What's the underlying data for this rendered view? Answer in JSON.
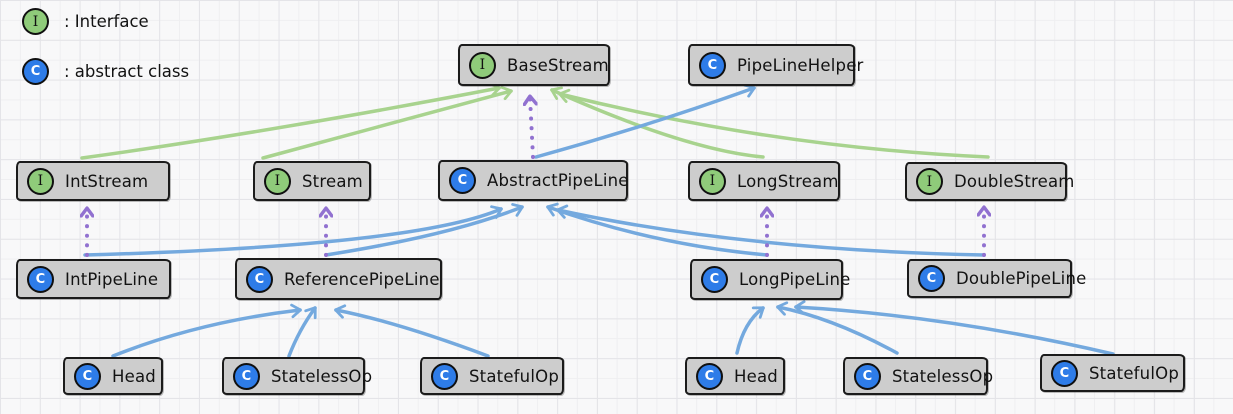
{
  "legend": {
    "interface": {
      "icon_letter": "I",
      "label": ": Interface"
    },
    "abstract_class": {
      "icon_letter": "C",
      "label": ": abstract class"
    }
  },
  "colors": {
    "interface_icon": "#8fcb7a",
    "class_icon": "#2e7ce8",
    "box_fill": "#cdcdcd",
    "extends_interface_arrow": "#a8d38e",
    "extends_class_arrow": "#74a9de",
    "implements_arrow": "#9171d0"
  },
  "nodes": {
    "base_stream": {
      "type_letter": "I",
      "label": "BaseStream"
    },
    "pipeline_helper": {
      "type_letter": "C",
      "label": "PipeLineHelper"
    },
    "int_stream": {
      "type_letter": "I",
      "label": "IntStream"
    },
    "stream": {
      "type_letter": "I",
      "label": "Stream"
    },
    "abstract_pipeline": {
      "type_letter": "C",
      "label": "AbstractPipeLine"
    },
    "long_stream": {
      "type_letter": "I",
      "label": "LongStream"
    },
    "double_stream": {
      "type_letter": "I",
      "label": "DoubleStream"
    },
    "int_pipeline": {
      "type_letter": "C",
      "label": "IntPipeLine"
    },
    "reference_pipeline": {
      "type_letter": "C",
      "label": "ReferencePipeLine"
    },
    "long_pipeline": {
      "type_letter": "C",
      "label": "LongPipeLine"
    },
    "double_pipeline": {
      "type_letter": "C",
      "label": "DoublePipeLine"
    },
    "head_left": {
      "type_letter": "C",
      "label": "Head"
    },
    "stateless_op_left": {
      "type_letter": "C",
      "label": "StatelessOp"
    },
    "stateful_op_left": {
      "type_letter": "C",
      "label": "StatefulOp"
    },
    "head_right": {
      "type_letter": "C",
      "label": "Head"
    },
    "stateless_op_right": {
      "type_letter": "C",
      "label": "StatelessOp"
    },
    "stateful_op_right": {
      "type_letter": "C",
      "label": "StatefulOp"
    }
  }
}
